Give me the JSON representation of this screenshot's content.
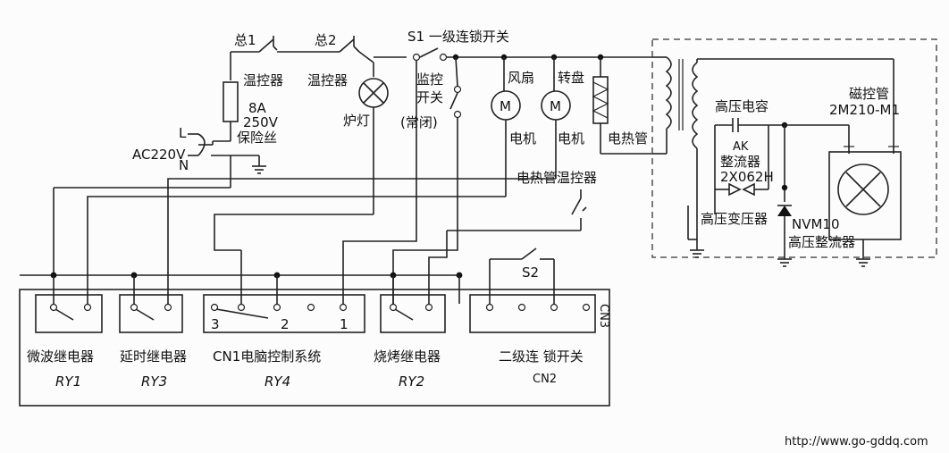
{
  "labels": {
    "main_switch_1": "总1",
    "main_switch_2": "总2",
    "s1_interlock": "S1 一级连锁开关",
    "thermostat_1": "温控器",
    "thermostat_2": "温控器",
    "fuse_rating_a": "8A",
    "fuse_rating_v": "250V",
    "fuse": "保险丝",
    "ac_source": "AC220V",
    "line_l": "L",
    "line_n": "N",
    "oven_lamp": "炉灯",
    "monitor_switch_1": "监控",
    "monitor_switch_2": "开关",
    "normally_closed": "(常闭)",
    "fan_label": "风扇",
    "fan_motor": "电机",
    "turntable_label": "转盘",
    "turntable_motor": "电机",
    "heater": "电热管",
    "heater_thermostat": "电热管温控器",
    "hv_capacitor": "高压电容",
    "ak": "AK",
    "rectifier_1": "整流器",
    "rectifier_model": "2X062H",
    "hv_transformer": "高压变压器",
    "nvm10": "NVM10",
    "hv_rectifier": "高压整流器",
    "magnetron": "磁控管",
    "magnetron_model": "2M210-M1",
    "motor_symbol": "M",
    "s2": "S2",
    "cn3": "CN3",
    "pin_3": "3",
    "pin_2": "2",
    "pin_1": "1",
    "ry1_name": "微波继电器",
    "ry1_code": "RY1",
    "ry3_name": "延时继电器",
    "ry3_code": "RY3",
    "ry4_name": "CN1电脑控制系统",
    "ry4_code": "RY4",
    "ry2_name": "烧烤继电器",
    "ry2_code": "RY2",
    "cn2_name": "二级连 锁开关",
    "cn2_code": "CN2",
    "watermark": "http://www.go-gddq.com"
  }
}
